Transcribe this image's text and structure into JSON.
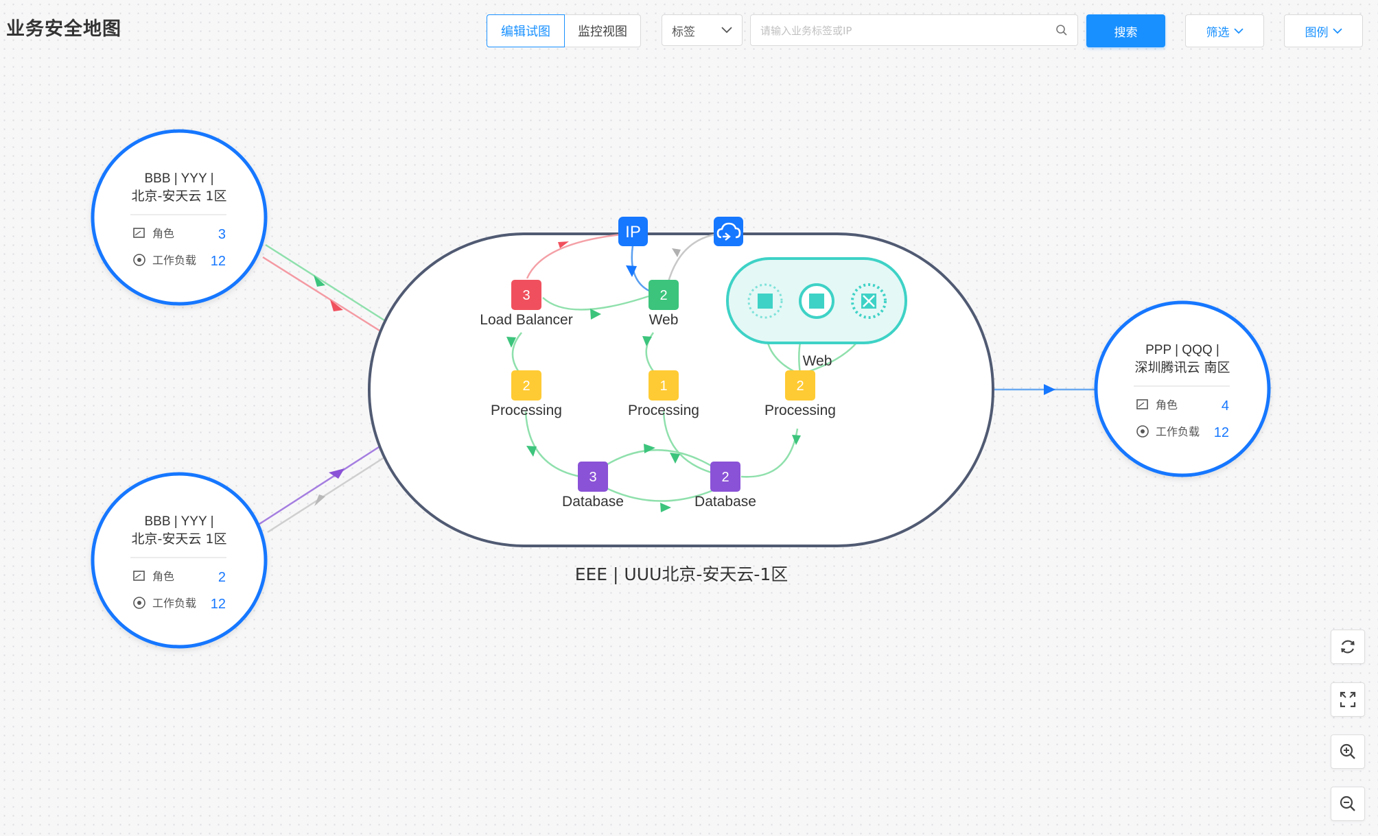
{
  "page": {
    "title": "业务安全地图"
  },
  "toolbar": {
    "view_edit": "编辑试图",
    "view_monitor": "监控视图",
    "tag_select": "标签",
    "search_placeholder": "请输入业务标签或IP",
    "search_button": "搜索",
    "filter_button": "筛选",
    "legend_button": "图例"
  },
  "colors": {
    "accent": "#1890ff",
    "node_red": "#f0505d",
    "node_green": "#3cc47c",
    "node_yellow": "#ffcb34",
    "node_purple": "#8a52d6",
    "teal": "#3ed2c6",
    "edge_green": "#7fdfa6"
  },
  "groups": [
    {
      "id": "left-top",
      "line1": "BBB | YYY |",
      "line2": "北京-安天云 1区",
      "role_label": "角色",
      "role_value": "3",
      "workload_label": "工作负载",
      "workload_value": "12"
    },
    {
      "id": "left-bottom",
      "line1": "BBB | YYY |",
      "line2": "北京-安天云 1区",
      "role_label": "角色",
      "role_value": "2",
      "workload_label": "工作负载",
      "workload_value": "12"
    },
    {
      "id": "right",
      "line1": "PPP | QQQ |",
      "line2": "深圳腾讯云 南区",
      "role_label": "角色",
      "role_value": "4",
      "workload_label": "工作负载",
      "workload_value": "12"
    }
  ],
  "main_group": {
    "label": "EEE | UUU北京-安天云-1区"
  },
  "entry_badges": {
    "ip": "IP",
    "cloud_icon": "cloud-sync-icon"
  },
  "nodes": [
    {
      "id": "lb",
      "count": "3",
      "label": "Load Balancer",
      "color": "#f0505d"
    },
    {
      "id": "web1",
      "count": "2",
      "label": "Web",
      "color": "#3cc47c"
    },
    {
      "id": "proc1",
      "count": "2",
      "label": "Processing",
      "color": "#ffcb34"
    },
    {
      "id": "proc2",
      "count": "1",
      "label": "Processing",
      "color": "#ffcb34"
    },
    {
      "id": "proc3",
      "count": "2",
      "label": "Processing",
      "color": "#ffcb34"
    },
    {
      "id": "db1",
      "count": "3",
      "label": "Database",
      "color": "#8a52d6"
    },
    {
      "id": "db2",
      "count": "2",
      "label": "Database",
      "color": "#8a52d6"
    }
  ],
  "web_cluster": {
    "label": "Web"
  },
  "controls": [
    "refresh-icon",
    "fullscreen-icon",
    "zoom-in-icon",
    "zoom-out-icon"
  ]
}
